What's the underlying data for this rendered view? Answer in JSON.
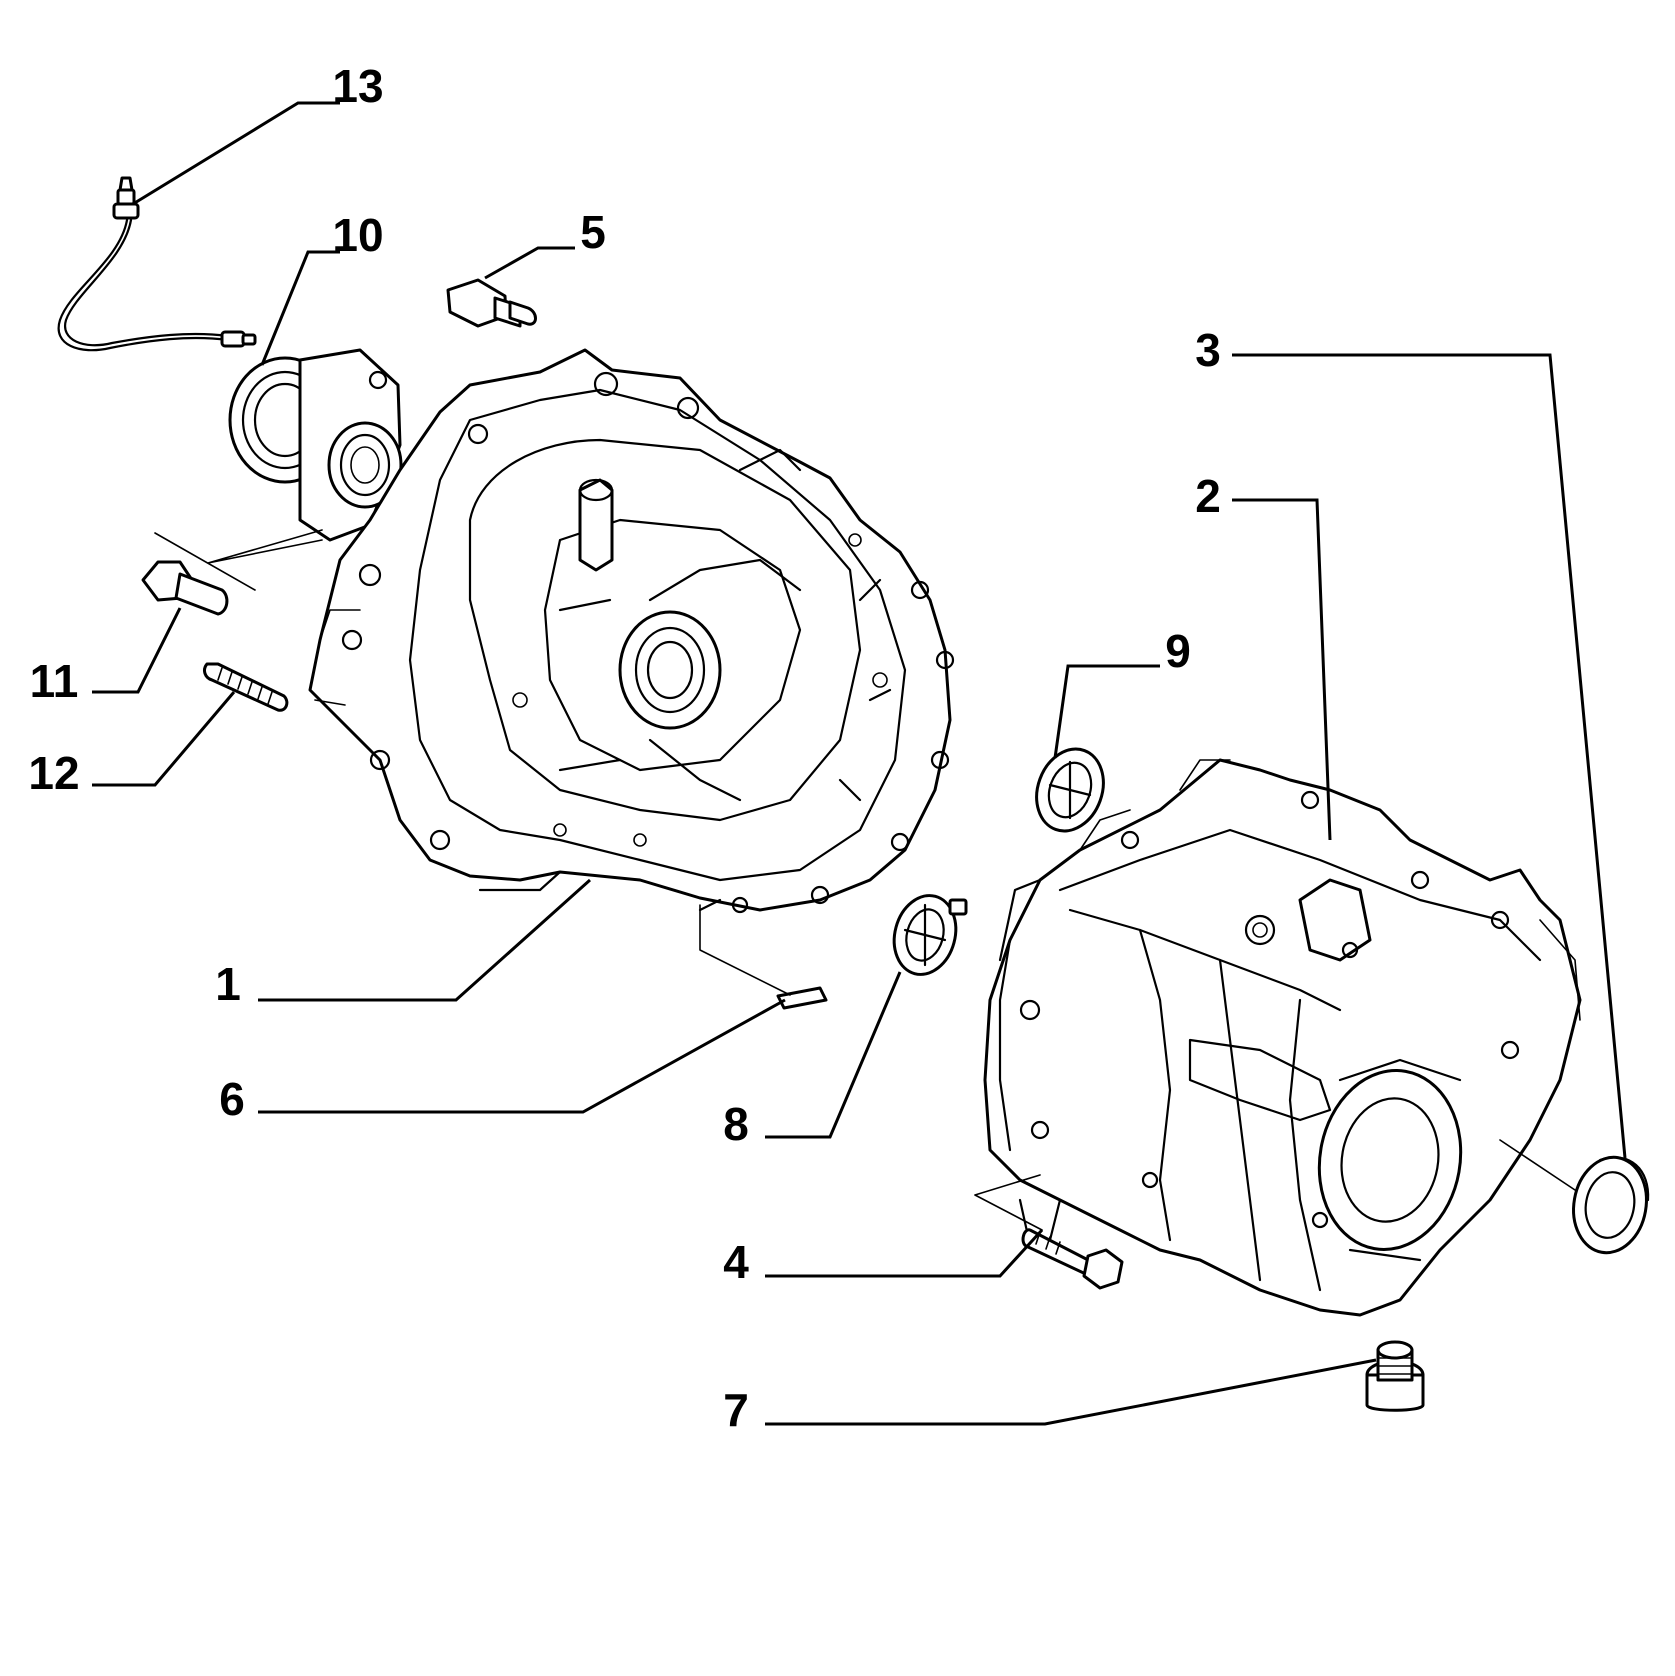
{
  "callouts": [
    {
      "key": "c1",
      "label": "1"
    },
    {
      "key": "c2",
      "label": "2"
    },
    {
      "key": "c3",
      "label": "3"
    },
    {
      "key": "c4",
      "label": "4"
    },
    {
      "key": "c5",
      "label": "5"
    },
    {
      "key": "c6",
      "label": "6"
    },
    {
      "key": "c7",
      "label": "7"
    },
    {
      "key": "c8",
      "label": "8"
    },
    {
      "key": "c9",
      "label": "9"
    },
    {
      "key": "c10",
      "label": "10"
    },
    {
      "key": "c11",
      "label": "11"
    },
    {
      "key": "c12",
      "label": "12"
    },
    {
      "key": "c13",
      "label": "13"
    }
  ],
  "colors": {
    "ink": "#000000",
    "paper": "#ffffff"
  }
}
